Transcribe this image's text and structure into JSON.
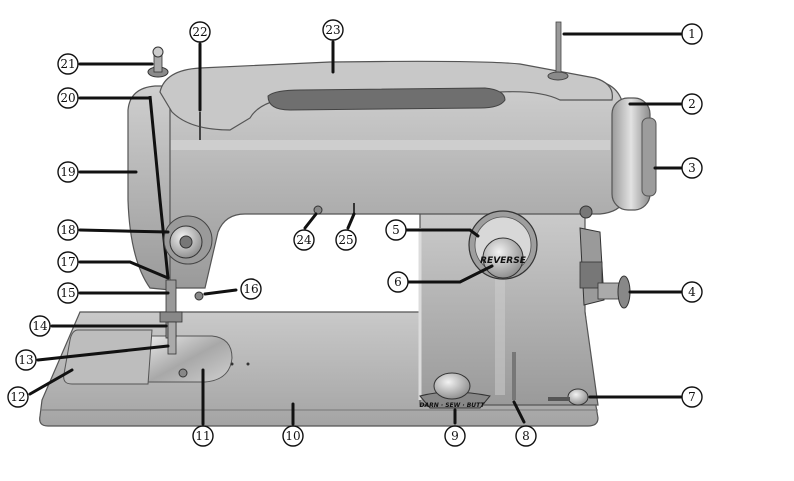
{
  "machine": {
    "reverse_label": "REVERSE",
    "dial_text": "DARN · SEW · BUTT"
  },
  "callouts": [
    {
      "n": "1"
    },
    {
      "n": "2"
    },
    {
      "n": "3"
    },
    {
      "n": "4"
    },
    {
      "n": "5"
    },
    {
      "n": "6"
    },
    {
      "n": "7"
    },
    {
      "n": "8"
    },
    {
      "n": "9"
    },
    {
      "n": "10"
    },
    {
      "n": "11"
    },
    {
      "n": "12"
    },
    {
      "n": "13"
    },
    {
      "n": "14"
    },
    {
      "n": "15"
    },
    {
      "n": "16"
    },
    {
      "n": "17"
    },
    {
      "n": "18"
    },
    {
      "n": "19"
    },
    {
      "n": "20"
    },
    {
      "n": "21"
    },
    {
      "n": "22"
    },
    {
      "n": "23"
    },
    {
      "n": "24"
    },
    {
      "n": "25"
    }
  ],
  "colors": {
    "body": "#b3b3b3",
    "body_dark": "#8a8a8a",
    "body_light": "#d6d6d6",
    "ink": "#111111"
  }
}
